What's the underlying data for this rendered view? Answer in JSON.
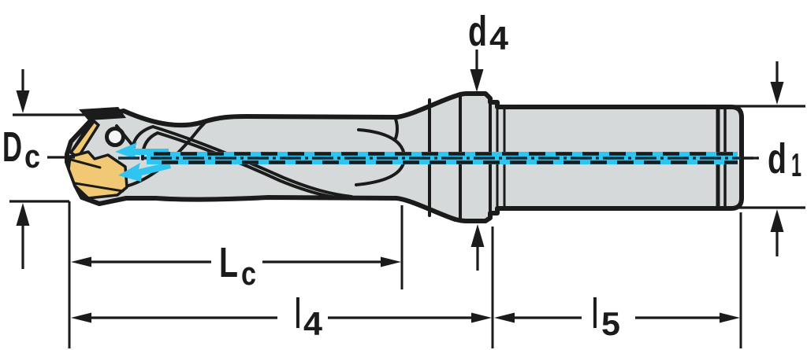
{
  "labels": {
    "dc": {
      "main": "D",
      "sub": "c"
    },
    "d4": {
      "main": "d",
      "sub": "4"
    },
    "d1": {
      "main": "d",
      "sub": "1"
    },
    "lc": {
      "main": "L",
      "sub": "c"
    },
    "l4": {
      "main": "l",
      "sub": "4"
    },
    "l5": {
      "main": "l",
      "sub": "5"
    }
  },
  "colors": {
    "background": "#ffffff",
    "outline": "#1b1b1b",
    "body_fill": "#d5d9da",
    "insert_fill": "#f1c873",
    "coolant": "#2fc5f1",
    "centerline_navy": "#11313f"
  }
}
